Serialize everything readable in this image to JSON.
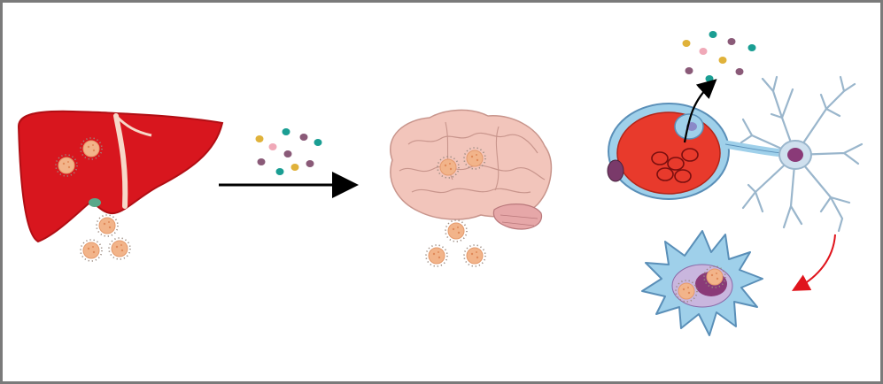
{
  "figure": {
    "frame_color": "#7a7a7a",
    "panels": [
      {
        "id": "liver",
        "icon": "liver-icon",
        "color": "#d8161e"
      },
      {
        "id": "brain",
        "icon": "brain-icon",
        "color": "#f2c5bb"
      },
      {
        "id": "blood-vessel",
        "icon": "blood-vessel-icon",
        "color": "#e83a2c"
      },
      {
        "id": "astrocyte",
        "icon": "astrocyte-icon",
        "color": "#cfe0ee"
      },
      {
        "id": "microglia",
        "icon": "microglia-icon",
        "color": "#9fd0ea"
      }
    ],
    "particles": {
      "icon": "virus-particle-icon",
      "color": "#f2b48a"
    },
    "molecule_colors": [
      "#e0b23a",
      "#1a9e93",
      "#8a5a78",
      "#f0a9b8"
    ],
    "arrows": [
      {
        "icon": "arrow-right-icon",
        "color": "#000000"
      },
      {
        "icon": "arrow-curved-icon",
        "color": "#000000"
      },
      {
        "icon": "arrow-down-left-icon",
        "color": "#e0141c"
      }
    ]
  }
}
